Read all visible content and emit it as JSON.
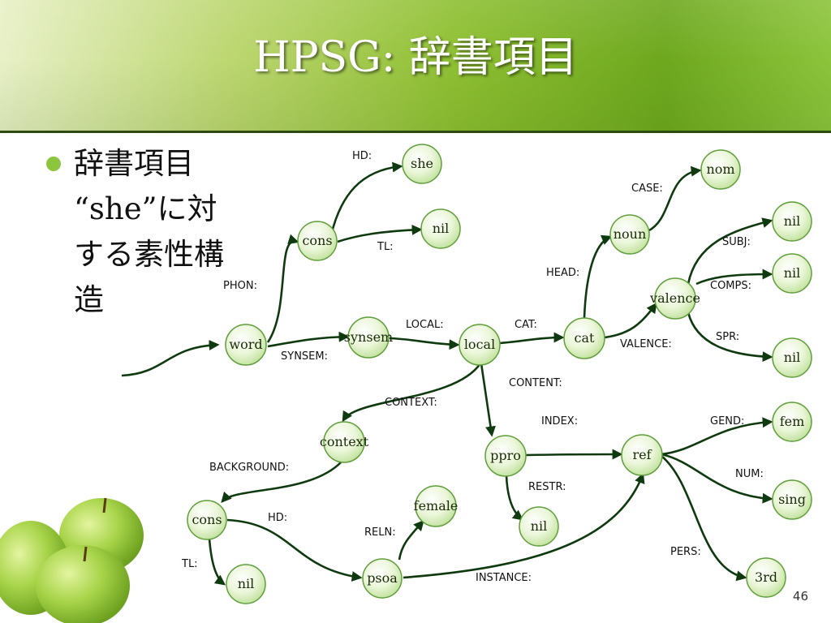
{
  "title": "HPSG: 辞書項目",
  "bullet": "辞書項目\n“she”に対\nする素性構\n造",
  "slide_number": "46",
  "nodes": {
    "she": "she",
    "nil_tl": "nil",
    "cons_phon": "cons",
    "word": "word",
    "synsem": "synsem",
    "local": "local",
    "cat": "cat",
    "noun": "noun",
    "nom": "nom",
    "valence": "valence",
    "nil_subj": "nil",
    "nil_comps": "nil",
    "nil_spr": "nil",
    "context": "context",
    "ppro": "ppro",
    "ref": "ref",
    "fem": "fem",
    "sing": "sing",
    "third": "3rd",
    "nil_restr": "nil",
    "cons_bg": "cons",
    "nil_bg": "nil",
    "psoa": "psoa",
    "female": "female"
  },
  "labels": {
    "hd1": "HD:",
    "tl1": "TL:",
    "phon": "PHON:",
    "synsem": "SYNSEM:",
    "local": "LOCAL:",
    "cat": "CAT:",
    "head": "HEAD:",
    "case": "CASE:",
    "valence": "VALENCE:",
    "subj": "SUBJ:",
    "comps": "COMPS:",
    "spr": "SPR:",
    "content": "CONTENT:",
    "context": "CONTEXT:",
    "index": "INDEX:",
    "gend": "GEND:",
    "num": "NUM:",
    "pers": "PERS:",
    "restr": "RESTR:",
    "background": "BACKGROUND:",
    "hd2": "HD:",
    "tl2": "TL:",
    "reln": "RELN:",
    "instance": "INSTANCE:"
  }
}
